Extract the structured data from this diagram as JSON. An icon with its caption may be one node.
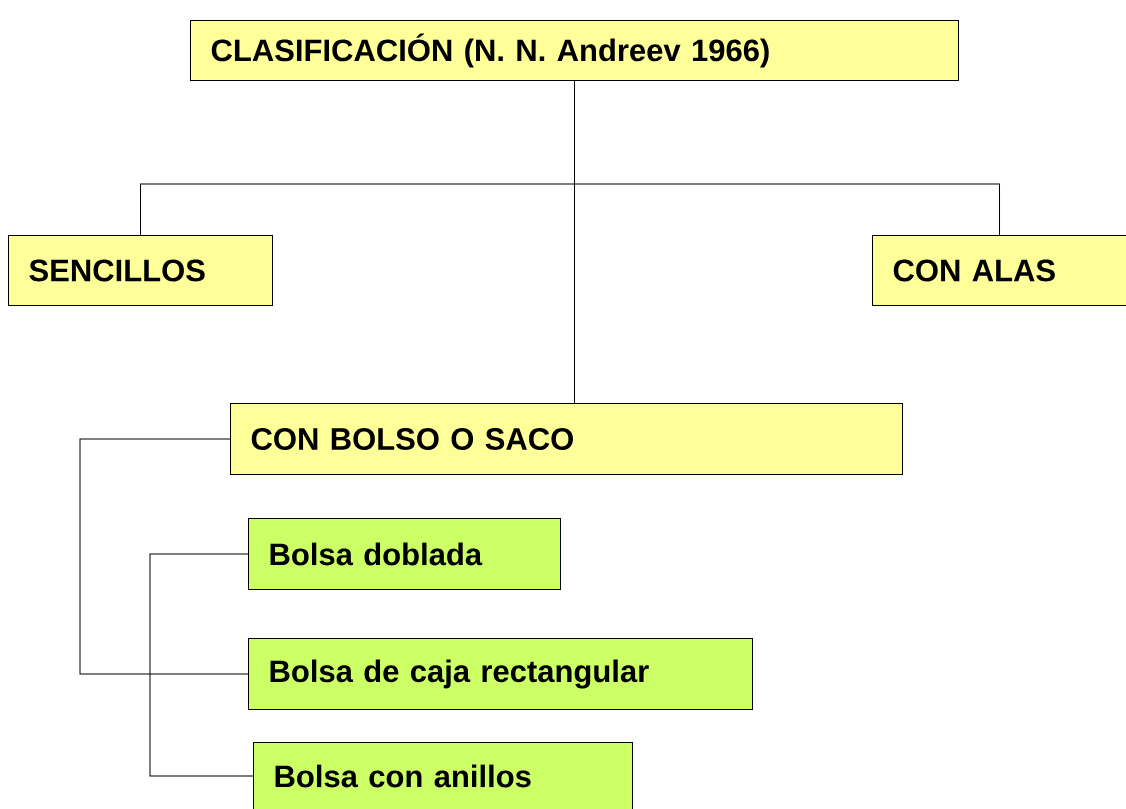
{
  "diagram": {
    "nodes": [
      {
        "text": [
          "CLASIFICACIÓN (N. N. Andreev 1966)"
        ]
      },
      {
        "text": [
          "SENCILLOS"
        ]
      },
      {
        "text": [
          "CON ALAS"
        ]
      },
      {
        "text": [
          "CON BOLSO O SACO"
        ]
      },
      {
        "text": [
          "Bolsa doblada"
        ]
      },
      {
        "text": [
          "Bolsa de caja rectangular"
        ]
      },
      {
        "text": [
          "Bolsa con anillos"
        ]
      }
    ],
    "edges": [
      {
        "from": 0,
        "to": 1,
        "arrow": "none"
      },
      {
        "from": 0,
        "to": 2,
        "arrow": "none"
      },
      {
        "from": 0,
        "to": 3,
        "arrow": "none"
      },
      {
        "from": 3,
        "to": 5,
        "arrow": "none"
      },
      {
        "from": 4,
        "to": 6,
        "arrow": "none"
      }
    ]
  }
}
